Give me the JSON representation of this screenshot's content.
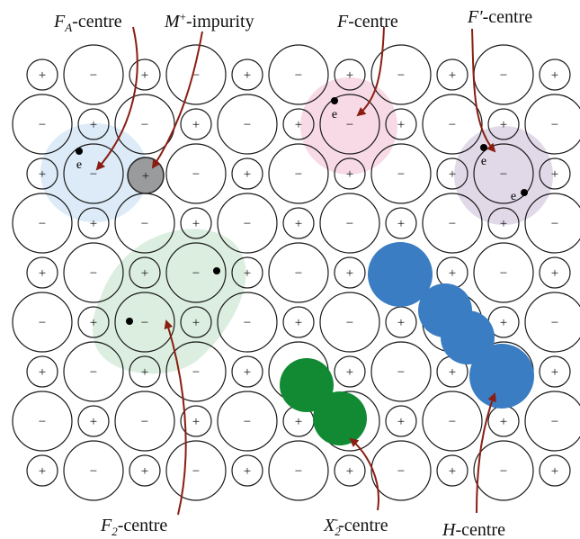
{
  "labels": {
    "fa_centre": {
      "main": "F",
      "sub": "A",
      "suffix": "-centre"
    },
    "m_impurity": {
      "main": "M",
      "sup": "+",
      "suffix": "-impurity"
    },
    "f_centre": {
      "main": "F",
      "suffix": "-centre"
    },
    "fprime_centre": {
      "main": "F′",
      "suffix": "-centre"
    },
    "f2_centre": {
      "main": "F",
      "sub": "2",
      "suffix": "-centre"
    },
    "x2_centre": {
      "main": "X",
      "sub": "2",
      "sup": "-",
      "suffix": "-centre"
    },
    "h_centre": {
      "main": "H",
      "suffix": "-centre"
    }
  },
  "ion_signs": {
    "cation": "+",
    "anion": "−"
  },
  "electron_label": "e",
  "lattice": {
    "rows": 9,
    "cols": 11
  },
  "colors": {
    "fa_region": "#d6e8f6",
    "f_region": "#f6d3e1",
    "fprime_region": "#ddd2e4",
    "f2_region": "#d5ebd9",
    "impurity_ion": "#9a9b9d",
    "x2_ions": "#118a33",
    "h_ions": "#3a7dc2",
    "arrows": "#8a1e12"
  }
}
